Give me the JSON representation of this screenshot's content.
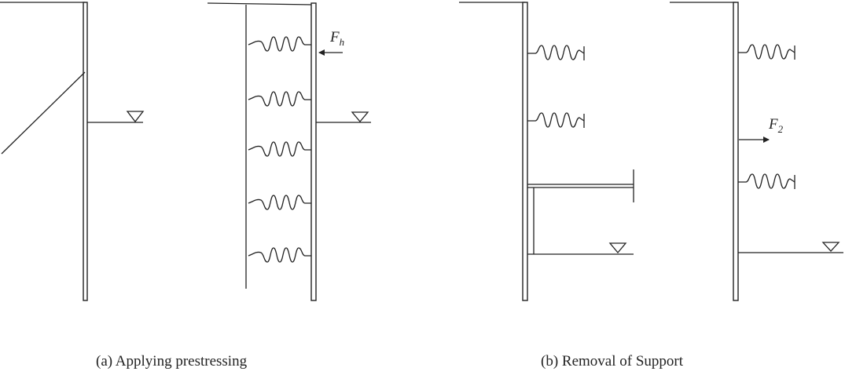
{
  "figure": {
    "captions": {
      "a": "(a) Applying prestressing",
      "b": "(b) Removal of Support"
    },
    "forces": {
      "a": {
        "symbol": "F",
        "subscript": "h"
      },
      "b": {
        "symbol": "F",
        "subscript": "2"
      }
    },
    "stroke_color": "#222222"
  }
}
